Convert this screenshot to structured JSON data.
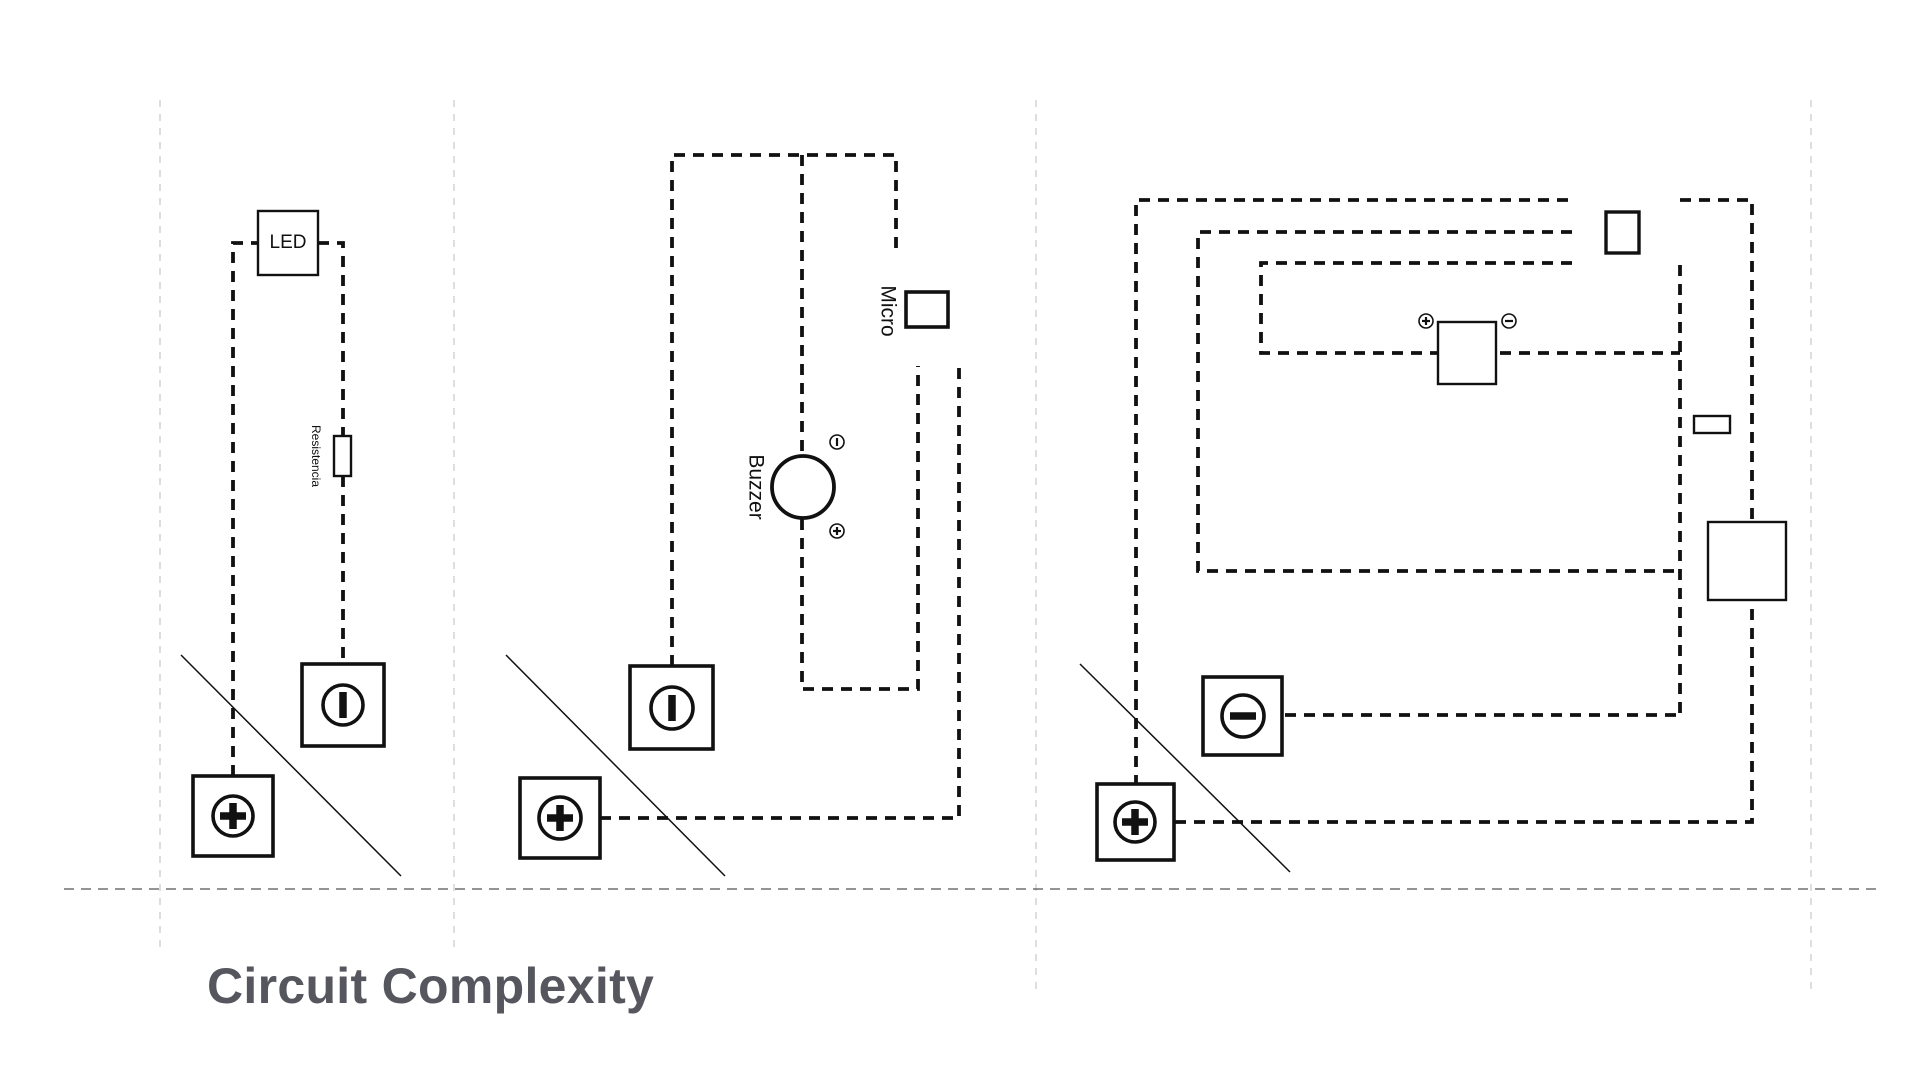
{
  "title": "Circuit Complexity",
  "panels": [
    {
      "components": [
        {
          "label": "LED",
          "icon": "led-box"
        },
        {
          "label": "Resistencia",
          "icon": "resistor"
        }
      ],
      "terminals": [
        "positive-terminal-icon",
        "switch-terminal-icon"
      ]
    },
    {
      "components": [
        {
          "label": "Micro",
          "icon": "microphone-box"
        },
        {
          "label": "Buzzer",
          "icon": "buzzer-circle"
        }
      ],
      "terminals": [
        "positive-terminal-icon",
        "switch-terminal-icon"
      ]
    },
    {
      "components": [
        {
          "label": "",
          "icon": "component-box"
        },
        {
          "label": "",
          "icon": "resistor"
        }
      ],
      "terminals": [
        "positive-terminal-icon",
        "negative-terminal-icon"
      ]
    }
  ],
  "colors": {
    "wire": "#111111",
    "guide": "#c8c8c8",
    "title": "#56565e"
  }
}
